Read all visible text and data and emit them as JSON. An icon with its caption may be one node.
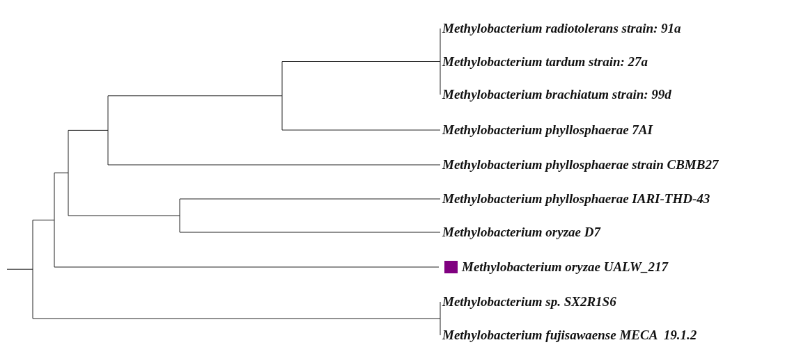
{
  "diagram": {
    "nodes": [
      {
        "text": [
          "Methylobacterium radiotolerans strain: 91a"
        ]
      },
      {
        "text": [
          "Methylobacterium tardum strain: 27a"
        ]
      },
      {
        "text": [
          "Methylobacterium brachiatum strain: 99d"
        ]
      },
      {
        "text": [
          "Methylobacterium phyllosphaerae 7AI"
        ]
      },
      {
        "text": [
          "Methylobacterium phyllosphaerae strain CBMB27"
        ]
      },
      {
        "text": [
          "Methylobacterium phyllosphaerae IARI-THD-43"
        ]
      },
      {
        "text": [
          "Methylobacterium oryzae D7"
        ]
      },
      {
        "text": [
          "Methylobacterium oryzae UALW_217"
        ]
      },
      {
        "text": [
          "Methylobacterium sp. SX2R1S6"
        ]
      },
      {
        "text": [
          "Methylobacterium fujisawaense MECA  19.1.2"
        ]
      }
    ]
  }
}
